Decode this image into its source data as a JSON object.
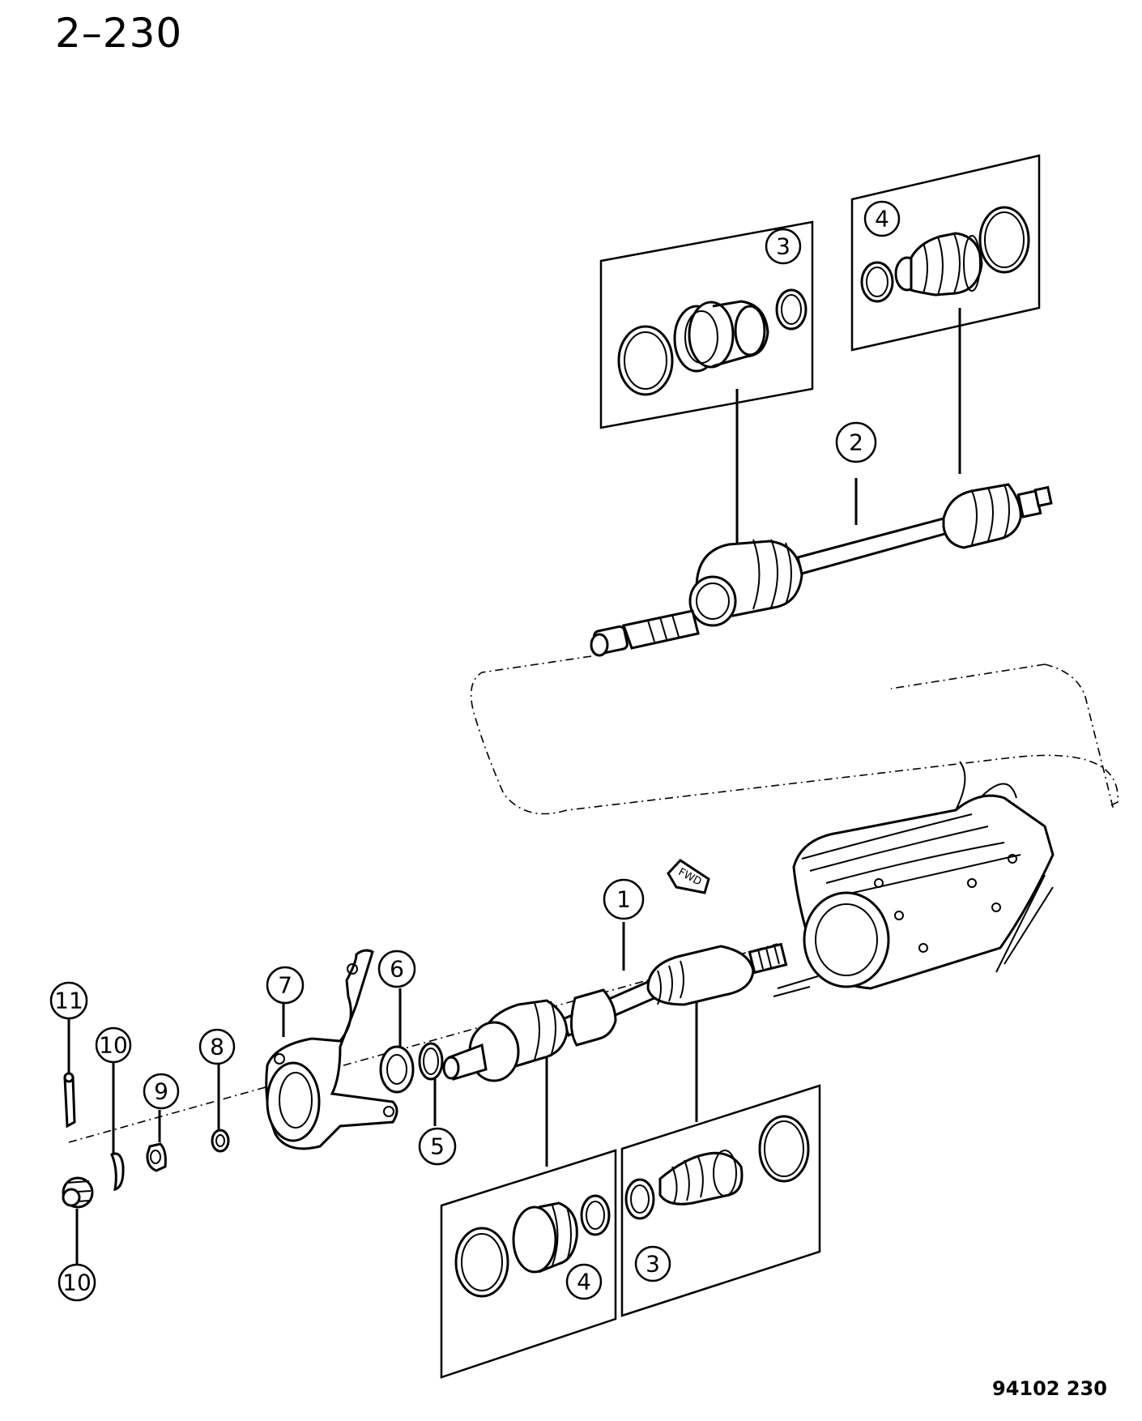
{
  "page": {
    "number": "2–230",
    "figure_code": "94102  230"
  },
  "callouts": {
    "c1": "1",
    "c2": "2",
    "c3_upper": "3",
    "c4_upper": "4",
    "c3_lower": "3",
    "c4_lower": "4",
    "c5": "5",
    "c6": "6",
    "c7": "7",
    "c8": "8",
    "c9": "9",
    "c10_upper": "10",
    "c10_lower": "10",
    "c11": "11"
  },
  "direction_arrow": "FWD"
}
